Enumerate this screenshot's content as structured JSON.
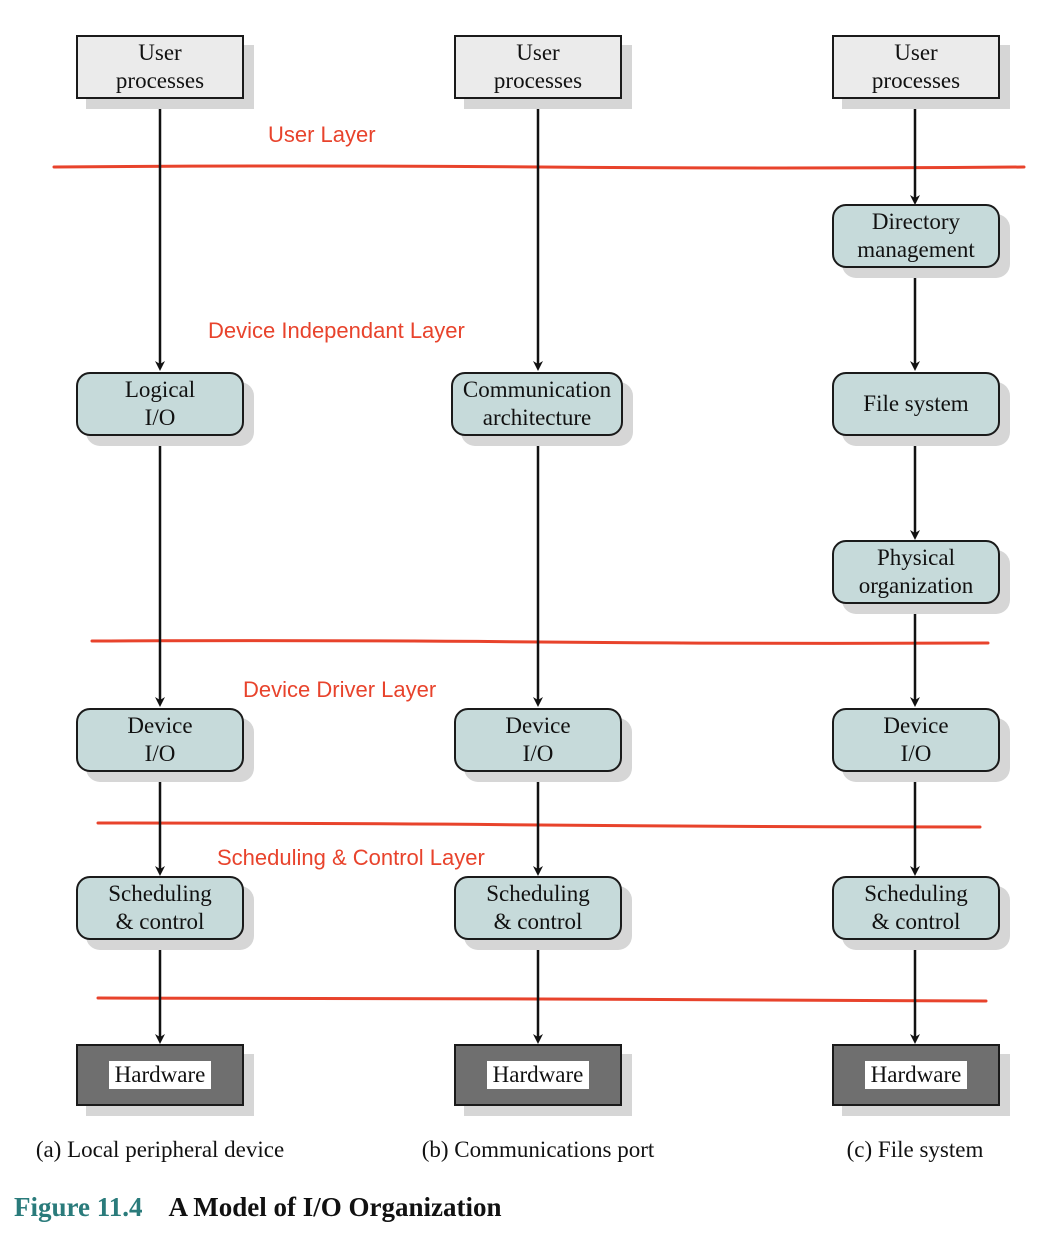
{
  "layers": [
    "User Layer",
    "Device Independant Layer",
    "Device Driver Layer",
    "Scheduling & Control Layer"
  ],
  "columns": [
    {
      "caption": "(a) Local peripheral device",
      "boxes": [
        "User processes",
        "Logical I/O",
        "Device I/O",
        "Scheduling & control",
        "Hardware"
      ]
    },
    {
      "caption": "(b) Communications port",
      "boxes": [
        "User processes",
        "Communication architecture",
        "Device I/O",
        "Scheduling & control",
        "Hardware"
      ]
    },
    {
      "caption": "(c) File system",
      "boxes": [
        "User processes",
        "Directory management",
        "File system",
        "Physical organization",
        "Device I/O",
        "Scheduling & control",
        "Hardware"
      ]
    }
  ],
  "figure": {
    "number": "Figure 11.4",
    "title": "A Model of I/O Organization"
  },
  "colors": {
    "layer_line": "#e8432c",
    "box_fill": "#c6dada",
    "user_fill": "#ebebeb",
    "hardware_fill": "#6f6f6f",
    "figure_number": "#2a7b7b"
  }
}
